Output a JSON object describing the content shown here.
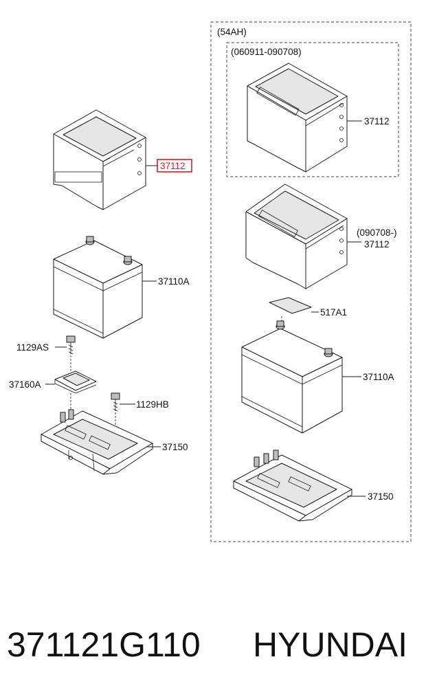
{
  "labels": {
    "left_tray_cover": "37112",
    "left_battery": "37110A",
    "bolt_top": "1129AS",
    "clamp": "37160A",
    "bolt_right": "1129HB",
    "left_tray": "37150",
    "group_title": "(54AH)",
    "sub_group_title": "(060911-090708)",
    "right_cover_old": "37112",
    "right_cover_new_date": "(090708-)",
    "right_cover_new": "37112",
    "insulation_pad": "517A1",
    "right_battery": "37110A",
    "right_tray": "37150"
  },
  "footer": {
    "part_number": "371121G110",
    "brand": "HYUNDAI"
  },
  "colors": {
    "highlight": "#d0202a",
    "line": "#1a1a1a"
  }
}
